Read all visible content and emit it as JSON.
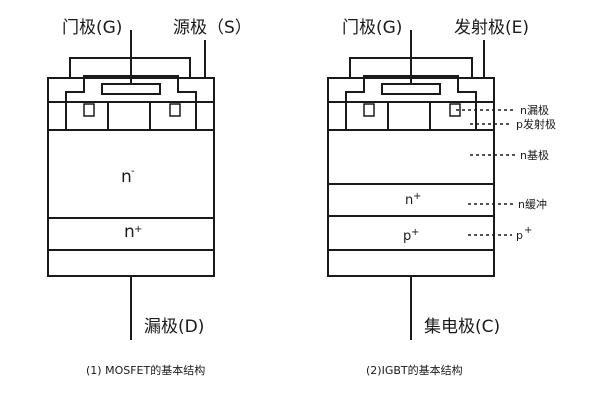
{
  "mosfet": {
    "gate_label": "门极(G)",
    "source_label": "源极（S）",
    "n_minus_label": "n",
    "n_minus_sup": "-",
    "n_plus_label": "n",
    "n_plus_sup": "+",
    "drain_label": "漏极(D)",
    "caption": "(1) MOSFET的基本结构"
  },
  "igbt": {
    "gate_label": "门极(G)",
    "emitter_label": "发射极(E)",
    "n_plus_label": "n",
    "n_plus_sup": "+",
    "p_plus_label": "p",
    "p_plus_sup": "+",
    "collector_label": "集电极(C)",
    "caption": "(2)IGBT的基本结构",
    "callouts": {
      "n_drain": "n漏极",
      "p_emitter": "p发射极",
      "n_base": "n基极",
      "n_buffer": "n缓冲",
      "p_plus": "p",
      "p_plus_sup": "+"
    }
  }
}
